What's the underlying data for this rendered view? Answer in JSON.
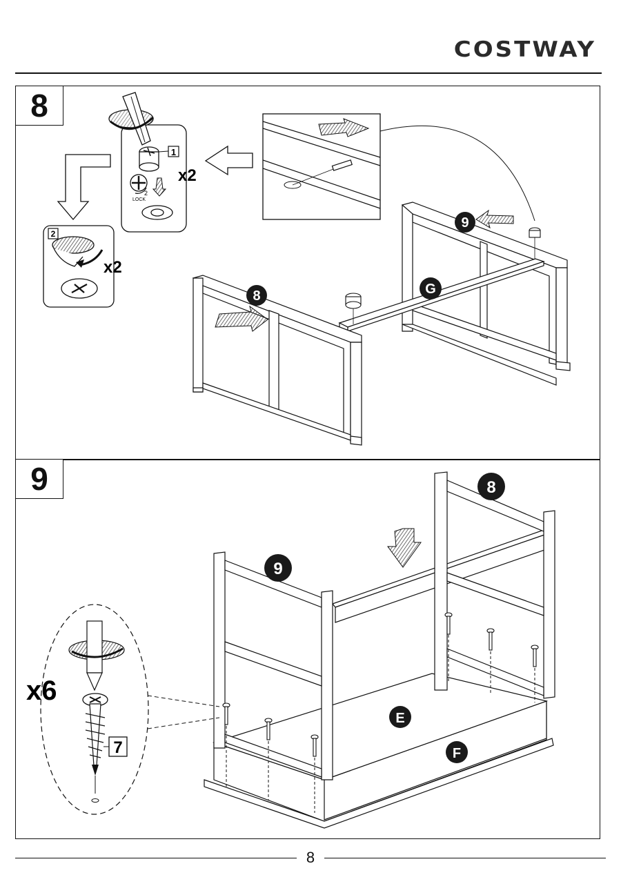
{
  "header": {
    "brand": "COSTWAY"
  },
  "steps": [
    {
      "number": "8",
      "quantity_text": "x2",
      "detail2_quantity_text": "x2",
      "hardware_label": "1",
      "detail2_label": "2",
      "lock_label": "LOCK",
      "part_labels": [
        "9",
        "G",
        "8"
      ]
    },
    {
      "number": "9",
      "quantity_text": "x6",
      "hardware_label": "7",
      "part_labels": [
        "8",
        "9",
        "E",
        "F"
      ]
    }
  ],
  "footer": {
    "page_number": "8"
  },
  "colors": {
    "ink": "#111111",
    "badge": "#1a1a1a",
    "hatch": "#555555"
  }
}
